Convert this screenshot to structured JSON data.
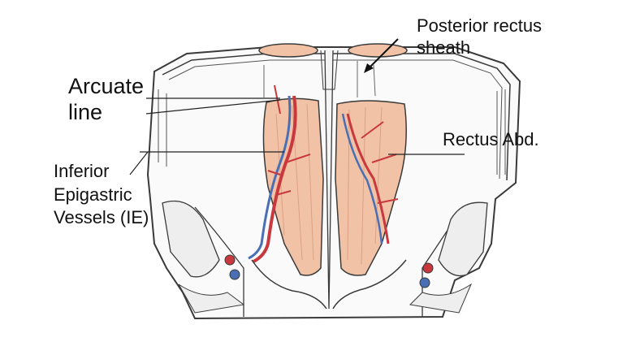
{
  "labels": {
    "arcuate_line_1": "Arcuate",
    "arcuate_line_2": "line",
    "posterior_rectus_1": "Posterior rectus",
    "posterior_rectus_2": "sheath",
    "rectus_abd": "Rectus Abd.",
    "inferior_1": "Inferior",
    "inferior_2": "Epigastric",
    "inferior_3": "Vessels (IE)"
  },
  "colors": {
    "muscle": "#f2c2a6",
    "muscle_shade": "#d9a184",
    "artery": "#c8383c",
    "vein": "#4a6fb5",
    "outline": "#3a3a3a",
    "wall": "#ffffff"
  }
}
